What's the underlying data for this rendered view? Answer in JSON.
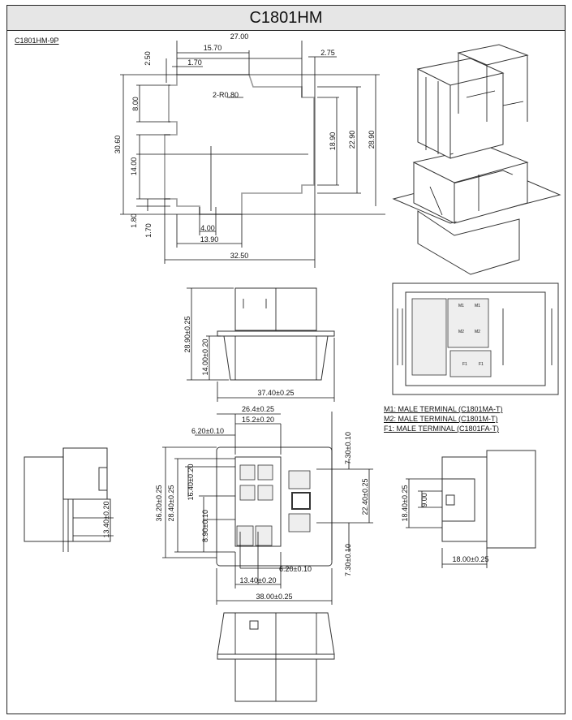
{
  "title": "C1801HM",
  "subtitle": "C1801HM-9P",
  "panel_cutout": {
    "d1": "27.00",
    "d2": "15.70",
    "d3": "1.70",
    "d4": "2.50",
    "d5": "2.75",
    "d6": "2-R0.80",
    "d7": "8.00",
    "d8": "30.60",
    "d9": "14.00",
    "d10": "18.90",
    "d11": "22.90",
    "d12": "28.90",
    "d13": "1.80",
    "d14": "1.70",
    "d15": "4.00",
    "d16": "13.90",
    "d17": "32.50"
  },
  "side_view": {
    "h1": "28.90±0.25",
    "h2": "14.00±0.20",
    "w": "37.40±0.25"
  },
  "notes": [
    "M1: MALE TERMINAL (C1801MA-T)",
    "M2: MALE TERMINAL (C1801M-T)",
    "F1: MALE TERMINAL (C1801FA-T)"
  ],
  "top_view": {
    "labels": [
      "M1",
      "M1",
      "M2",
      "M2",
      "F1",
      "F1"
    ]
  },
  "front_view": {
    "w1": "26.4±0.25",
    "w2": "15.2±0.20",
    "w3": "6.20±0.10",
    "h1": "36.20±0.25",
    "h2": "28.40±0.25",
    "h3": "16.40±0.20",
    "h4": "8.90±0.10",
    "r1": "7.30±0.10",
    "r2": "22.40±0.25",
    "r3": "7.30±0.10",
    "b1": "6.20±0.10",
    "b2": "13.40±0.20",
    "b3": "38.00±0.25"
  },
  "left_view": {
    "h": "13.40±0.20"
  },
  "right_view": {
    "h1": "18.40±0.25",
    "h2": "9.00",
    "w": "18.00±0.25"
  }
}
